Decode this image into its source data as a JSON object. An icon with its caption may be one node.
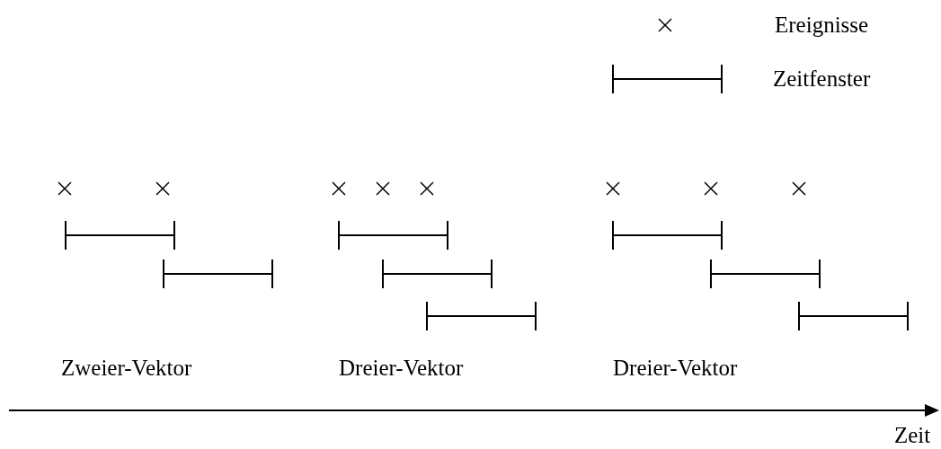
{
  "diagram": {
    "legend": [
      {
        "text": "Ereignisse"
      },
      {
        "text": "Zeitfenster"
      }
    ],
    "labels": [
      "Zweier-Vektor",
      "Dreier-Vektor",
      "Dreier-Vektor",
      "Zeit"
    ]
  }
}
